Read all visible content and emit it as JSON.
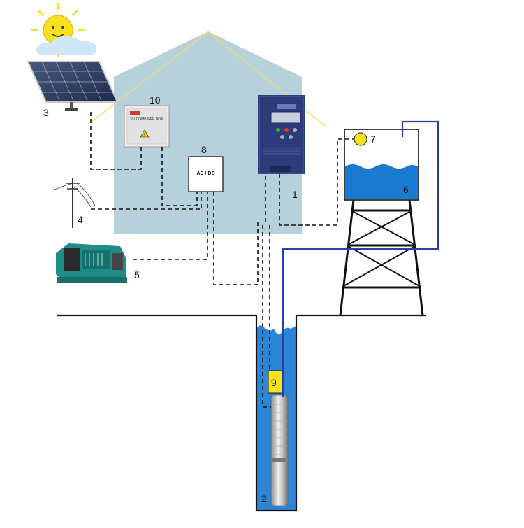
{
  "labels": {
    "inverter": "1",
    "pump": "2",
    "solar_panel": "3",
    "power_grid": "4",
    "generator": "5",
    "water_tank": "6",
    "float_switch": "7",
    "acdc_switch": "8",
    "water_level_sensor": "9",
    "combiner_box": "10"
  },
  "texts": {
    "acdc_box": "AC / DC",
    "combiner_title": "PV COMBINER BOX"
  },
  "colors": {
    "house": "#b6d0dc",
    "house_edge": "#e8e070",
    "water": "#1a7ad0",
    "well_water": "#2b86d8",
    "pipe": "#2a3fa8",
    "sensor": "#f2e31c",
    "sun": "#f6e11c",
    "inverter": "#2d3b7a",
    "generator": "#1f8c88"
  }
}
